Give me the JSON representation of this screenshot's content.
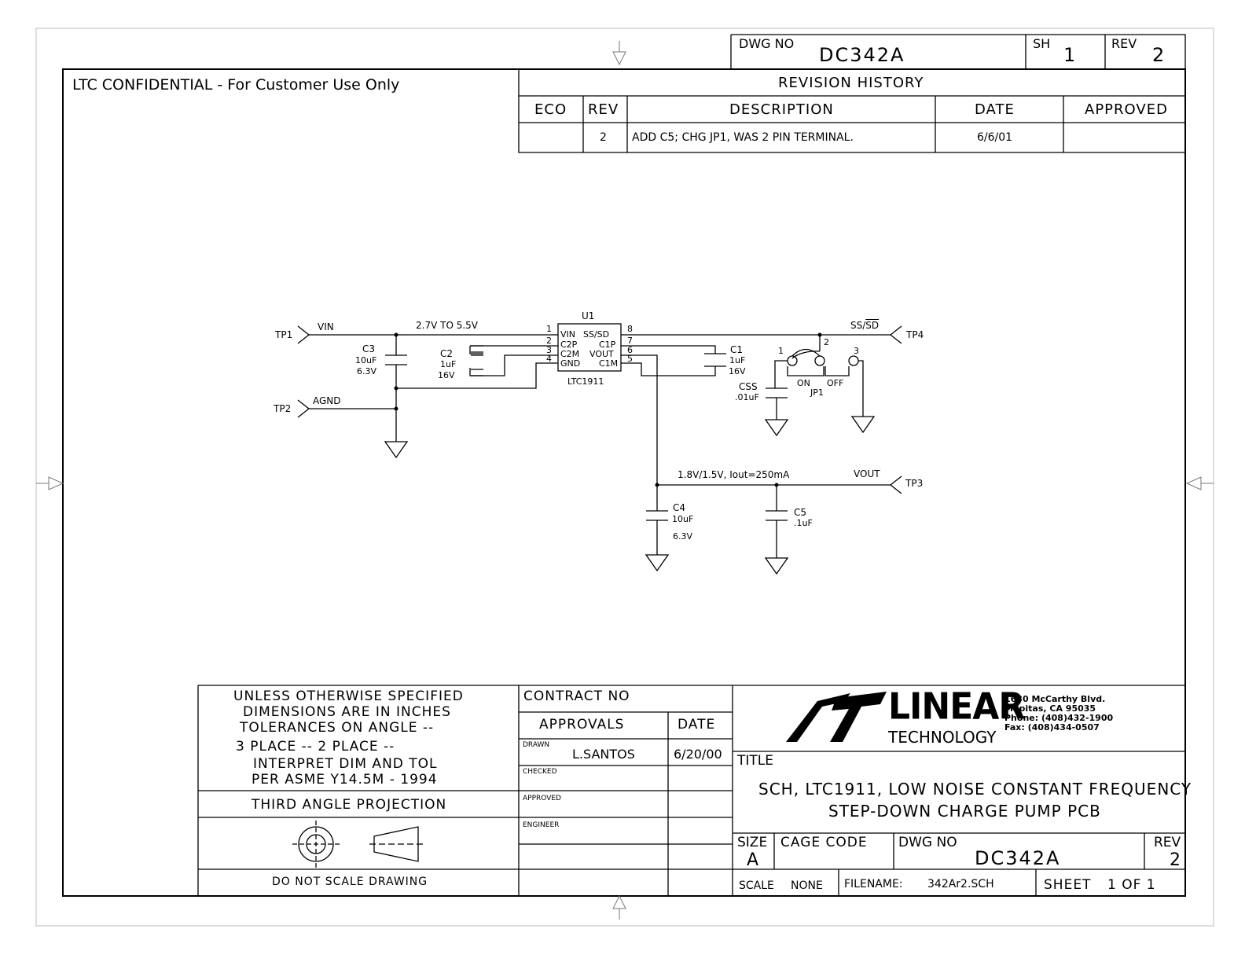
{
  "header": {
    "confidential": "LTC CONFIDENTIAL - For Customer Use Only",
    "dwg_no_label": "DWG NO",
    "dwg_no": "DC342A",
    "sh_label": "SH",
    "sh": "1",
    "rev_label": "REV",
    "rev": "2"
  },
  "revision_history": {
    "title": "REVISION HISTORY",
    "columns": [
      "ECO",
      "REV",
      "DESCRIPTION",
      "DATE",
      "APPROVED"
    ],
    "rows": [
      {
        "eco": "",
        "rev": "2",
        "description": "ADD C5; CHG JP1, WAS 2 PIN TERMINAL.",
        "date": "6/6/01",
        "approved": ""
      }
    ]
  },
  "schematic": {
    "tp1": "TP1",
    "vin": "VIN",
    "vin_range": "2.7V TO 5.5V",
    "tp2": "TP2",
    "agnd": "AGND",
    "tp3": "TP3",
    "vout_net": "VOUT",
    "vout_spec": "1.8V/1.5V, Iout=250mA",
    "tp4": "TP4",
    "ss_label": "SS/",
    "ss_bar": "SD",
    "c3": {
      "ref": "C3",
      "val": "10uF",
      "volt": "6.3V"
    },
    "c2": {
      "ref": "C2",
      "val": "1uF",
      "volt": "16V"
    },
    "c1": {
      "ref": "C1",
      "val": "1uF",
      "volt": "16V"
    },
    "c4": {
      "ref": "C4",
      "val": "10uF",
      "volt": "6.3V"
    },
    "c5": {
      "ref": "C5",
      "val": ".1uF"
    },
    "css": {
      "ref": "CSS",
      "val": ".01uF"
    },
    "jp1": {
      "ref": "JP1",
      "on": "ON",
      "off": "OFF",
      "p1": "1",
      "p2": "2",
      "p3": "3"
    },
    "u1": {
      "ref": "U1",
      "part": "LTC1911",
      "left_pins": [
        {
          "num": "1",
          "name": "VIN"
        },
        {
          "num": "2",
          "name": "C2P"
        },
        {
          "num": "3",
          "name": "C2M"
        },
        {
          "num": "4",
          "name": "GND"
        }
      ],
      "right_pins": [
        {
          "num": "8",
          "name": "SS/SD"
        },
        {
          "num": "7",
          "name": "C1P"
        },
        {
          "num": "6",
          "name": "VOUT"
        },
        {
          "num": "5",
          "name": "C1M"
        }
      ]
    }
  },
  "title_block": {
    "spec_lines": [
      "UNLESS OTHERWISE SPECIFIED",
      "DIMENSIONS ARE IN INCHES",
      "TOLERANCES ON ANGLE --",
      "3 PLACE -- 2 PLACE --",
      "INTERPRET DIM AND TOL",
      "PER ASME Y14.5M - 1994"
    ],
    "projection": "THIRD ANGLE PROJECTION",
    "no_scale": "DO NOT SCALE DRAWING",
    "contract_no": "CONTRACT NO",
    "approvals": "APPROVALS",
    "date_label": "DATE",
    "drawn_label": "DRAWN",
    "drawn_by": "L.SANTOS",
    "drawn_date": "6/20/00",
    "checked_label": "CHECKED",
    "approved_label": "APPROVED",
    "engineer_label": "ENGINEER",
    "company_name": "LINEAR",
    "company_sub": "TECHNOLOGY",
    "address": [
      "1630 McCarthy Blvd.",
      "Milpitas, CA 95035",
      "Phone: (408)432-1900",
      "Fax: (408)434-0507"
    ],
    "title_label": "TITLE",
    "title_line1": "SCH, LTC1911, LOW NOISE CONSTANT FREQUENCY",
    "title_line2": "STEP-DOWN CHARGE PUMP PCB",
    "size_label": "SIZE",
    "size": "A",
    "cage_code_label": "CAGE CODE",
    "dwg_no_label": "DWG NO",
    "dwg_no": "DC342A",
    "rev_label": "REV",
    "rev": "2",
    "scale_label": "SCALE",
    "scale": "NONE",
    "filename_label": "FILENAME:",
    "filename": "342Ar2.SCH",
    "sheet_label": "SHEET",
    "sheet": "1 OF 1"
  }
}
